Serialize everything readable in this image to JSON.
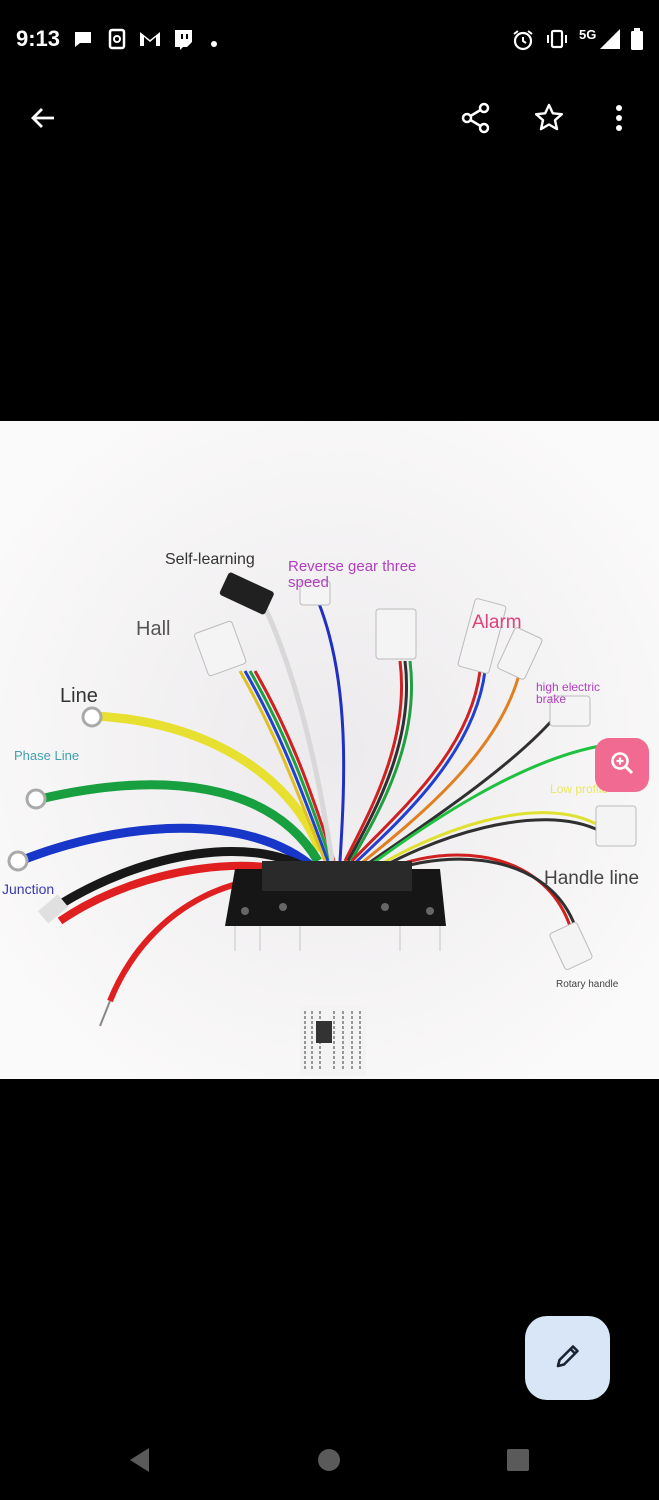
{
  "status_bar": {
    "time": "9:13",
    "network": "5G",
    "icons": [
      "chat-bubble-icon",
      "sync-app-icon",
      "gmail-icon",
      "twitch-icon",
      "dot-icon",
      "alarm-icon",
      "vibrate-icon",
      "signal-icon",
      "battery-icon"
    ]
  },
  "app_bar": {
    "icons": [
      "back-arrow-icon",
      "share-icon",
      "star-icon",
      "more-vert-icon"
    ]
  },
  "image": {
    "labels": {
      "self_learning": "Self-learning",
      "reverse": "Reverse gear three speed",
      "hall": "Hall",
      "alarm": "Alarm",
      "line": "Line",
      "high_brake": "high electric brake",
      "phase_line": "Phase Line",
      "low_profile": "Low profile",
      "handle_line": "Handle line",
      "junction": "Junction",
      "rotary_handle": "Rotary handle"
    }
  },
  "buttons": {
    "zoom_icon": "zoom-in-icon",
    "edit_icon": "pencil-icon"
  },
  "colors": {
    "zoom_bg": "#f06a91",
    "fab_bg": "#d8e6f7",
    "label_purple": "#b040c0",
    "label_pink": "#e0407a",
    "label_blue": "#3a3ab0"
  },
  "nav_bar": {
    "icons": [
      "nav-back-icon",
      "nav-home-icon",
      "nav-recents-icon"
    ]
  }
}
